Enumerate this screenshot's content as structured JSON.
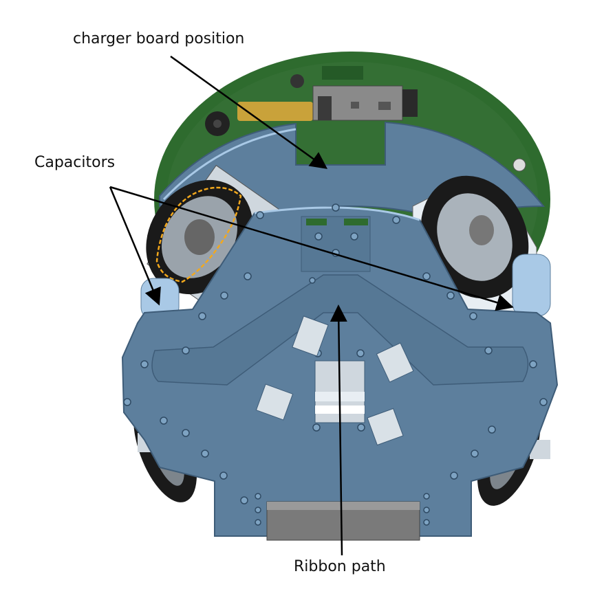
{
  "labels": {
    "charger": "charger board position",
    "capacitors": "Capacitors",
    "ribbon": "Ribbon path"
  },
  "colors": {
    "pcb": "#2e6b2e",
    "pcb_dark": "#1f4d22",
    "chassis": "#5d7f9d",
    "chassis_edge": "#3e5c78",
    "highlight": "#a9c9e6",
    "wheel_roller": "#1a1a1a",
    "capacitor_outline": "#f2a81d",
    "connector": "#c9a23a",
    "arrow": "#000000"
  }
}
